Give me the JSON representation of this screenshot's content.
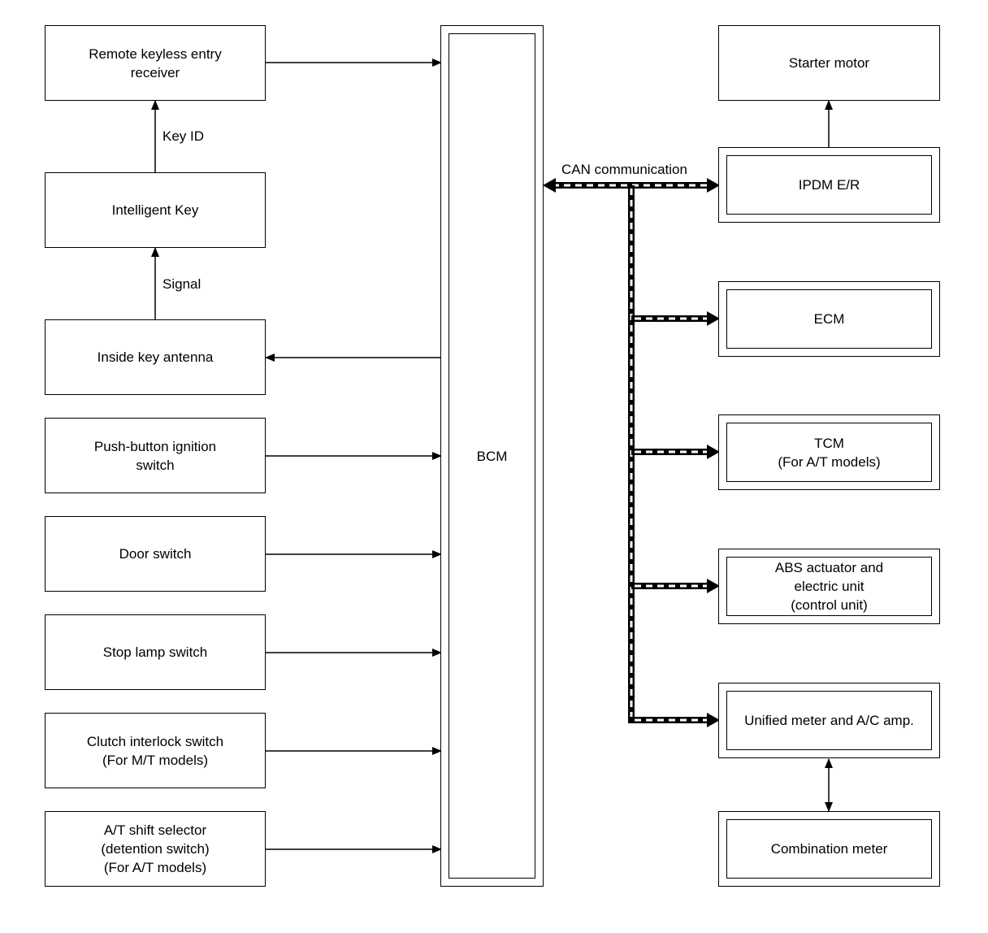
{
  "inputs": {
    "remote_keyless_entry_receiver": "Remote keyless entry\nreceiver",
    "intelligent_key": "Intelligent Key",
    "inside_key_antenna": "Inside key antenna",
    "push_button_ignition_switch": "Push-button ignition\nswitch",
    "door_switch": "Door switch",
    "stop_lamp_switch": "Stop lamp switch",
    "clutch_interlock_switch": "Clutch interlock switch\n(For M/T models)",
    "at_shift_selector": "A/T shift selector\n(detention switch)\n(For A/T models)"
  },
  "signals": {
    "key_id": "Key ID",
    "signal": "Signal",
    "can_communication": "CAN communication"
  },
  "bcm": {
    "label": "BCM"
  },
  "outputs": {
    "starter_motor": "Starter motor",
    "ipdm_er": "IPDM E/R",
    "ecm": "ECM",
    "tcm": "TCM\n(For A/T models)",
    "abs_actuator": "ABS actuator and\nelectric unit\n(control unit)",
    "unified_meter": "Unified meter and A/C amp.",
    "combination_meter": "Combination meter"
  }
}
